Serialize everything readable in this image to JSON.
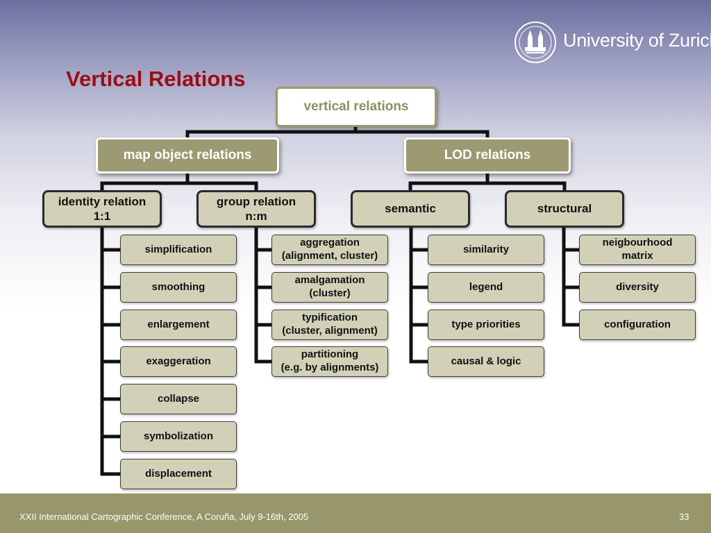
{
  "slide": {
    "title": "Vertical Relations",
    "logo_text": "University of Zurich",
    "footer": "XXII International Cartographic Conference, A Coruña, July 9-16th, 2005",
    "page_number": "33"
  },
  "colors": {
    "title": "#9b0d14",
    "box_fill": "#d2d1b8",
    "level1_fill": "#9b9a72",
    "root_border": "#9b9a6c",
    "footer_bar": "#97976b",
    "connector": "#111111"
  },
  "diagram": {
    "root": "vertical relations",
    "branches": [
      {
        "label": "map object relations",
        "groups": [
          {
            "label": "identity relation\n1:1",
            "items": [
              "simplification",
              "smoothing",
              "enlargement",
              "exaggeration",
              "collapse",
              "symbolization",
              "displacement"
            ]
          },
          {
            "label": "group relation\nn:m",
            "items": [
              "aggregation\n(alignment, cluster)",
              "amalgamation\n(cluster)",
              "typification\n(cluster, alignment)",
              "partitioning\n(e.g. by alignments)"
            ]
          }
        ]
      },
      {
        "label": "LOD relations",
        "groups": [
          {
            "label": "semantic",
            "items": [
              "similarity",
              "legend",
              "type priorities",
              "causal & logic"
            ]
          },
          {
            "label": "structural",
            "items": [
              "neigbourhood\nmatrix",
              "diversity",
              "configuration"
            ]
          }
        ]
      }
    ]
  }
}
